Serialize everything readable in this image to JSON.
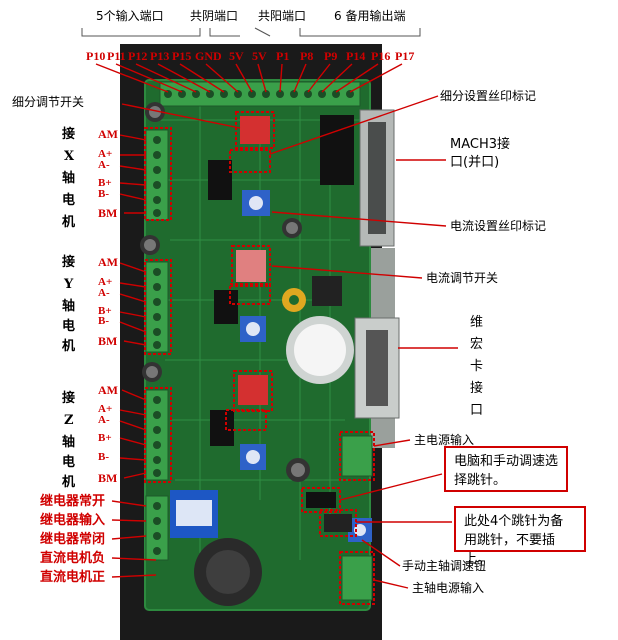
{
  "top_labels": {
    "inputs": "5个输入端口",
    "common_cathode": "共阴端口",
    "common_anode": "共阳端口",
    "outputs": "6 备用输出端"
  },
  "pins": [
    "P10",
    "P11",
    "P12",
    "P13",
    "P15",
    "GND",
    "5V",
    "5V",
    "P1",
    "P8",
    "P9",
    "P14",
    "P16",
    "P17"
  ],
  "right_labels": {
    "subdivision_silk": "细分设置丝印标记",
    "mach3_line1": "MACH3接",
    "mach3_line2": "口(并口)",
    "current_silk": "电流设置丝印标记",
    "current_switch": "电流调节开关",
    "weihong": [
      "维",
      "宏",
      "卡",
      "接",
      "口"
    ],
    "main_power": "主电源输入",
    "spindle_knob": "手动主轴调速钮",
    "spindle_power": "主轴电源输入"
  },
  "left_labels": {
    "subdivision_switch": "细分调节开关",
    "relay_no": "继电器常开",
    "relay_in": "继电器输入",
    "relay_nc": "继电器常闭",
    "dc_neg": "直流电机负",
    "dc_pos": "直流电机正"
  },
  "axes": [
    {
      "chars": [
        "接",
        "X",
        "轴",
        "电",
        "机"
      ],
      "pins": [
        "AM",
        "A+",
        "A-",
        "B+",
        "B-",
        "BM"
      ]
    },
    {
      "chars": [
        "接",
        "Y",
        "轴",
        "电",
        "机"
      ],
      "pins": [
        "AM",
        "A+",
        "A-",
        "B+",
        "B-",
        "BM"
      ]
    },
    {
      "chars": [
        "接",
        "Z",
        "轴",
        "电",
        "机"
      ],
      "pins": [
        "AM",
        "A+",
        "A-",
        "B+",
        "B-",
        "BM"
      ]
    }
  ],
  "notes": {
    "speed_select": "电脑和手动调速选择跳针。",
    "spare_jumpers": "此处4个跳针为备用跳针，不要插上。"
  },
  "colors": {
    "annotation_red": "#d00000",
    "board_green": "#1f6b2e",
    "connector_green": "#3aa04a",
    "background": "#ffffff"
  }
}
